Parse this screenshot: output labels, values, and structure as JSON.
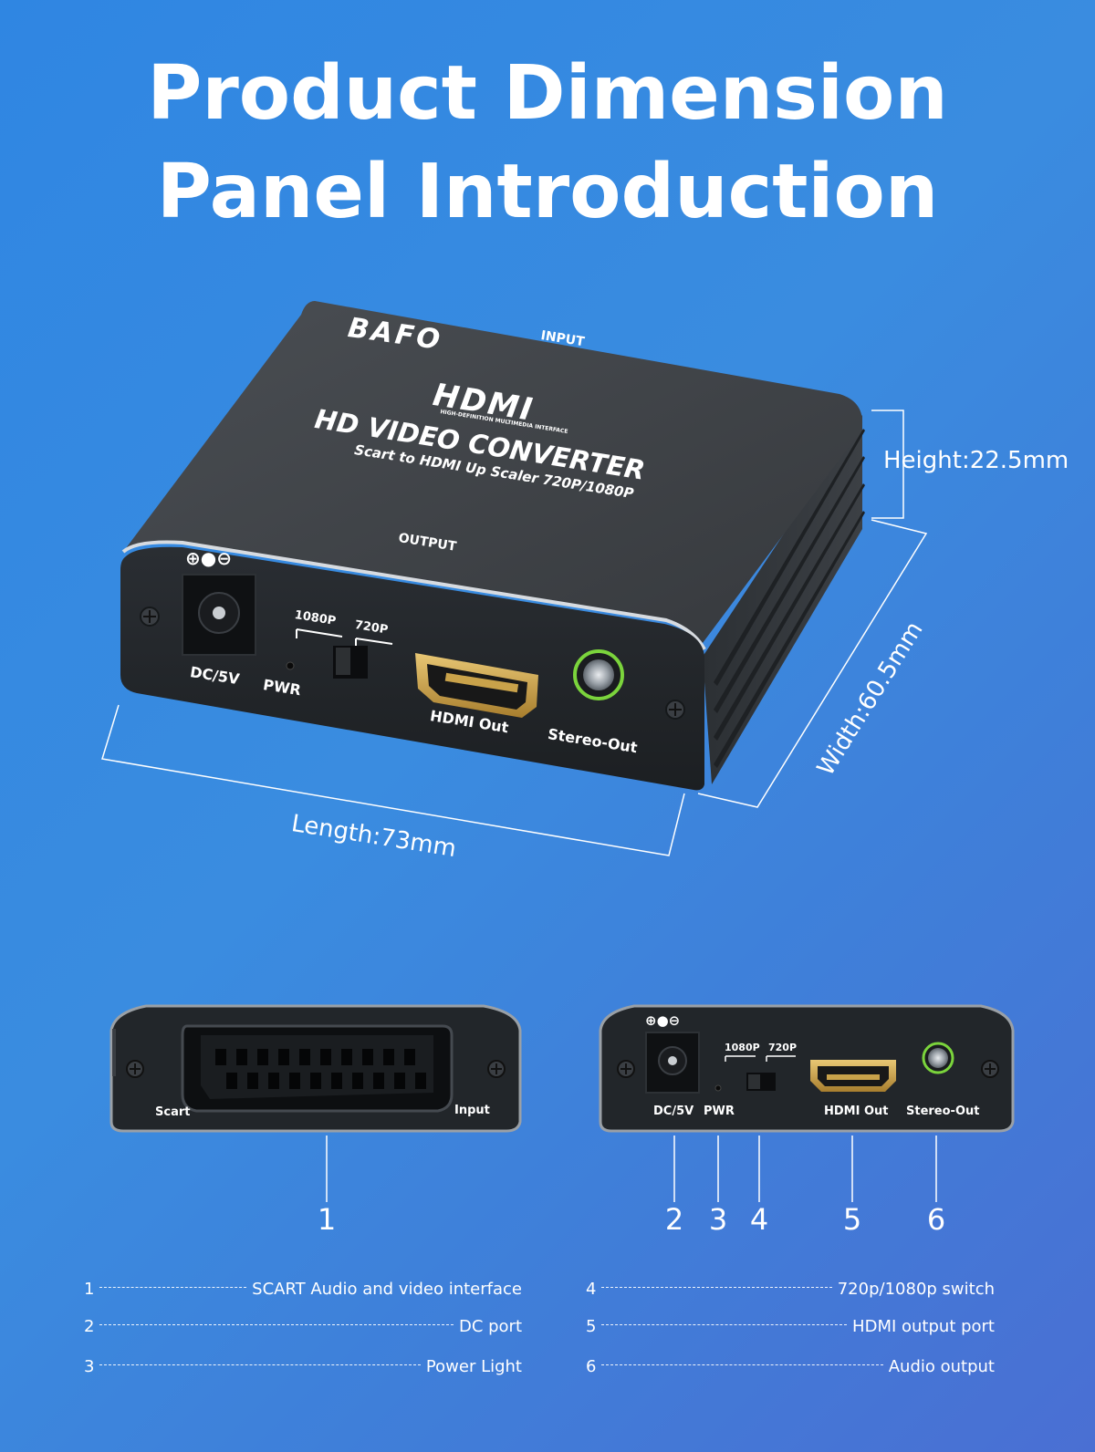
{
  "title": {
    "line1": "Product Dimension",
    "line2": "Panel Introduction"
  },
  "device": {
    "brand": "BAFO",
    "input_label": "INPUT",
    "output_label": "OUTPUT",
    "hdmi_logo": "HDMI",
    "hdmi_sub": "HIGH-DEFINITION MULTIMEDIA INTERFACE",
    "product_name": "HD VIDEO CONVERTER",
    "product_subtitle": "Scart to HDMI Up Scaler 720P/1080P",
    "port_dc": "DC/5V",
    "port_pwr": "PWR",
    "switch_1080": "1080P",
    "switch_720": "720P",
    "port_hdmi": "HDMI Out",
    "port_stereo": "Stereo-Out",
    "polarity_symbol": "⊕●⊖"
  },
  "dimensions": {
    "height": "Height:22.5mm",
    "width": "Width:60.5mm",
    "length": "Length:73mm"
  },
  "back_panel": {
    "scart_label": "Scart",
    "input_label": "Input"
  },
  "callouts": [
    "1",
    "2",
    "3",
    "4",
    "5",
    "6"
  ],
  "legend": [
    {
      "num": "1",
      "text": "SCART Audio and video interface"
    },
    {
      "num": "2",
      "text": "DC port"
    },
    {
      "num": "3",
      "text": "Power Light"
    },
    {
      "num": "4",
      "text": "720p/1080p switch"
    },
    {
      "num": "5",
      "text": "HDMI output port"
    },
    {
      "num": "6",
      "text": "Audio output"
    }
  ],
  "colors": {
    "background": "#3a8ce0",
    "device_body": "#3b3f44",
    "device_front": "#23272b",
    "hdmi_gold": "#c9a24a",
    "stereo_ring": "#7bd43c"
  }
}
